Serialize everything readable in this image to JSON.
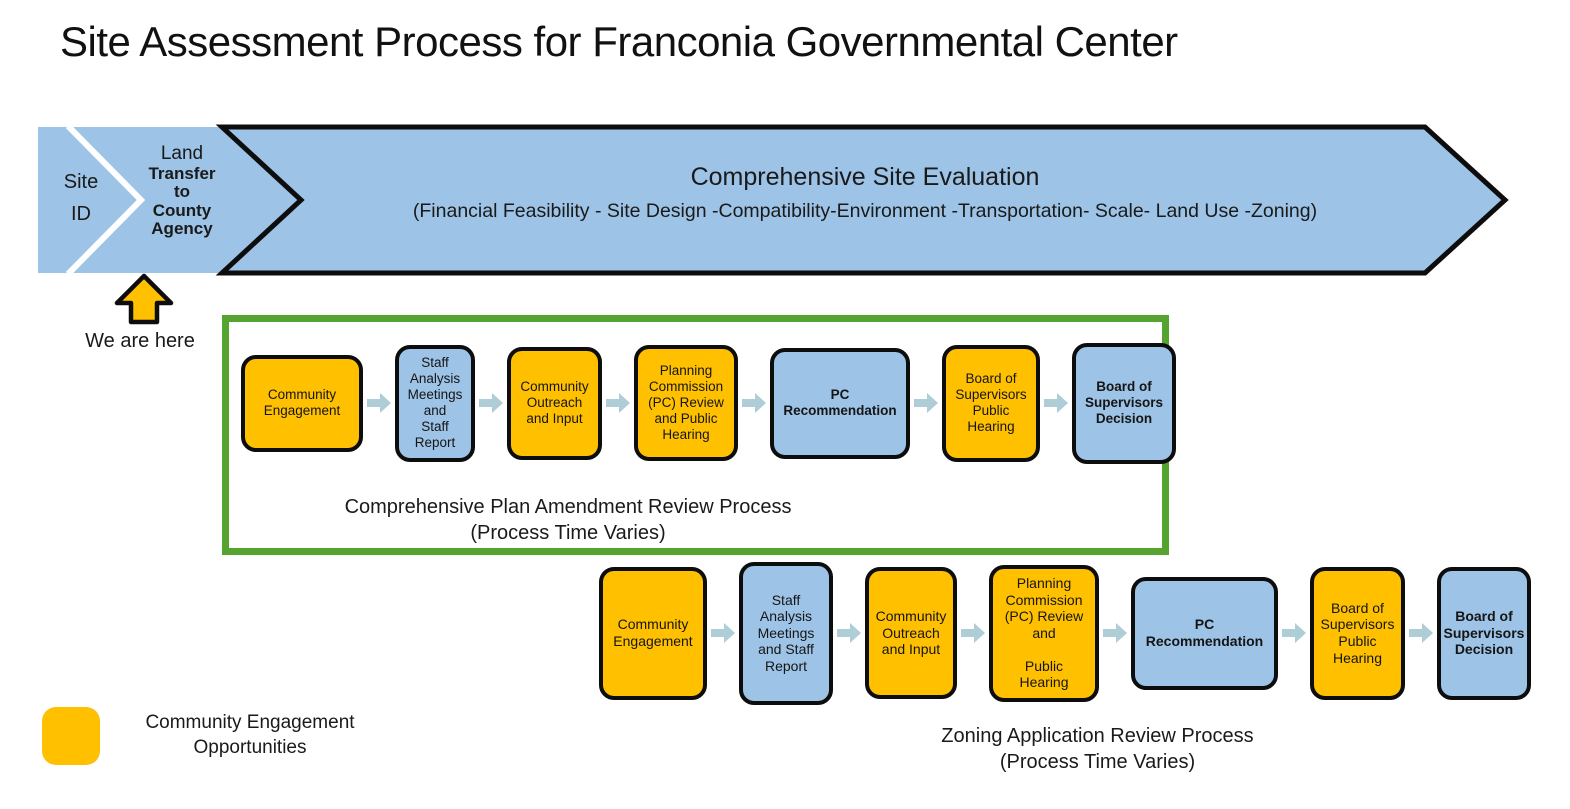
{
  "title": "Site Assessment Process for Franconia Governmental Center",
  "palette": {
    "gold": "#FFC000",
    "light_blue": "#9DC3E6",
    "connector_arrow_blue": "#AECDD6",
    "frame_green": "#55A430",
    "outline_black": "#0D0D0D"
  },
  "banner": {
    "site_id_label": "Site\nID",
    "land_transfer_line1": "Land",
    "land_transfer_rest": "Transfer\nto\nCounty\nAgency",
    "evaluation_title": "Comprehensive Site Evaluation",
    "evaluation_subtitle": "(Financial Feasibility - Site Design -Compatibility-Environment -Transportation- Scale- Land Use -Zoning)"
  },
  "we_are_here_label": "We are here",
  "processes": [
    {
      "name": "comprehensive-plan-amendment",
      "caption": "Comprehensive Plan Amendment Review Process\n(Process Time Varies)",
      "steps": [
        {
          "label": "Community\nEngagement",
          "color": "gold",
          "bold": false
        },
        {
          "label": "Staff\nAnalysis\nMeetings\nand\nStaff\nReport",
          "color": "blue",
          "bold": false
        },
        {
          "label": "Community\nOutreach\nand Input",
          "color": "gold",
          "bold": false
        },
        {
          "label": "Planning\nCommission\n(PC) Review\nand Public\nHearing",
          "color": "gold",
          "bold": false
        },
        {
          "label": "PC\nRecommendation",
          "color": "blue",
          "bold": true
        },
        {
          "label": "Board of\nSupervisors\nPublic\nHearing",
          "color": "gold",
          "bold": false
        },
        {
          "label": "Board of\nSupervisors\nDecision",
          "color": "blue",
          "bold": true
        }
      ]
    },
    {
      "name": "zoning-application",
      "caption": "Zoning Application Review Process\n(Process Time Varies)",
      "steps": [
        {
          "label": "Community\nEngagement",
          "color": "gold",
          "bold": false
        },
        {
          "label": "Staff\nAnalysis\nMeetings\nand Staff\nReport",
          "color": "blue",
          "bold": false
        },
        {
          "label": "Community\nOutreach\nand Input",
          "color": "gold",
          "bold": false
        },
        {
          "label": "Planning\nCommission\n(PC) Review\nand\n\nPublic\nHearing",
          "color": "gold",
          "bold": false
        },
        {
          "label": "PC\nRecommendation",
          "color": "blue",
          "bold": true
        },
        {
          "label": "Board of\nSupervisors\nPublic\nHearing",
          "color": "gold",
          "bold": false
        },
        {
          "label": "Board of\nSupervisors\nDecision",
          "color": "blue",
          "bold": true
        }
      ]
    }
  ],
  "legend": {
    "label": "Community Engagement\nOpportunities",
    "swatch_color": "#FFC000"
  }
}
